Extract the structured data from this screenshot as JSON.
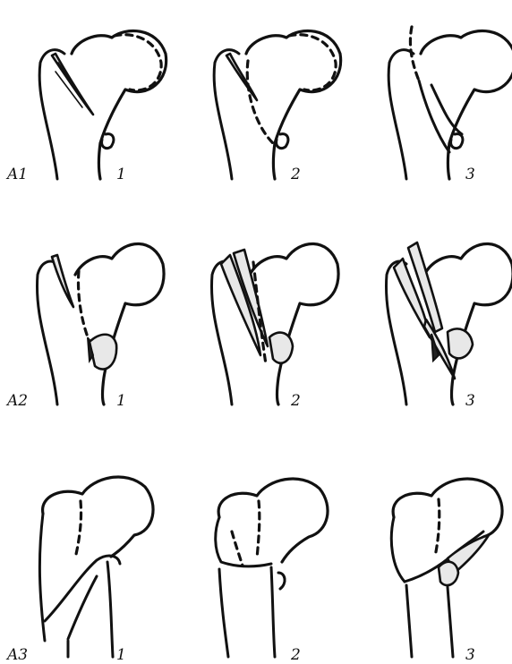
{
  "rows": [
    {
      "label": "A1",
      "subtypes": [
        "1",
        "2",
        "3"
      ]
    },
    {
      "label": "A2",
      "subtypes": [
        "1",
        "2",
        "3"
      ]
    },
    {
      "label": "A3",
      "subtypes": [
        "1",
        "2",
        "3"
      ]
    }
  ],
  "colors": {
    "ink": "#111111",
    "background": "#ffffff",
    "fragment_shade": "#e8e8e8"
  }
}
